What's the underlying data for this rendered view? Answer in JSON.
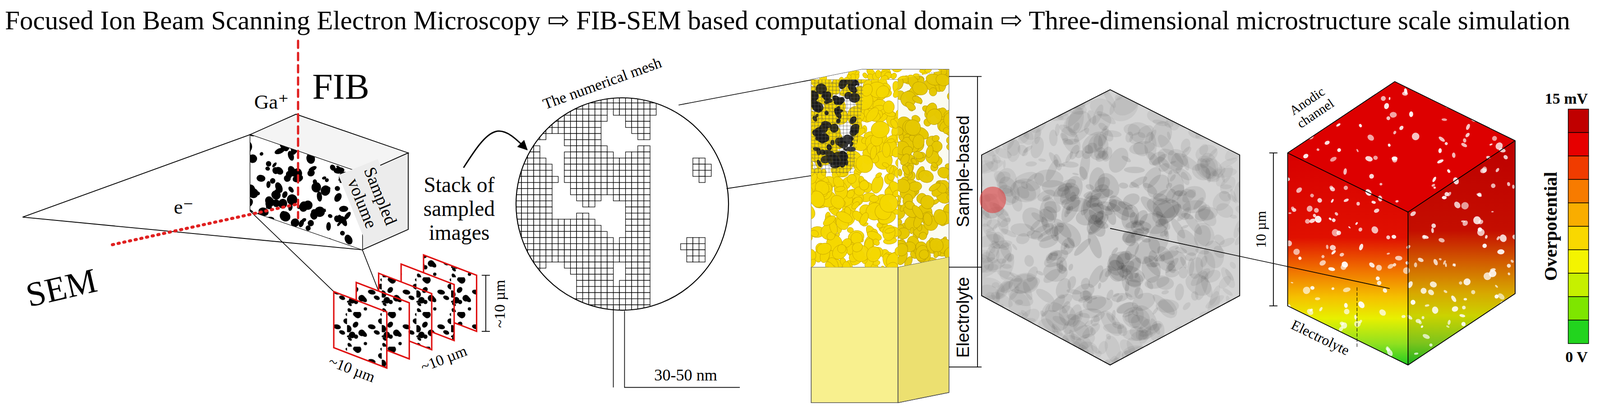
{
  "diagram": {
    "title": "Focused Ion Beam Scanning Electron Microscopy ⇨ FIB-SEM based computational domain ⇨ Three-dimensional microstructure scale simulation",
    "nodes": [
      {
        "text": [
          "Sampled volume"
        ]
      },
      {
        "text": [
          "Stack of sampled images"
        ]
      },
      {
        "text": [
          "The numerical mesh"
        ]
      }
    ],
    "edges": [
      {
        "from": 1,
        "to": 2,
        "arrow": "to"
      }
    ],
    "labels": [
      "Ga⁺",
      "FIB",
      "e⁻",
      "SEM",
      "~10 µm",
      "~10 µm",
      "~10 µm",
      "30-50 nm",
      "Sample-based",
      "Electrolyte",
      "Anodic channel",
      "10 µm",
      "Electrolyte",
      "15 mV",
      "Overpotential",
      "0 V"
    ]
  }
}
